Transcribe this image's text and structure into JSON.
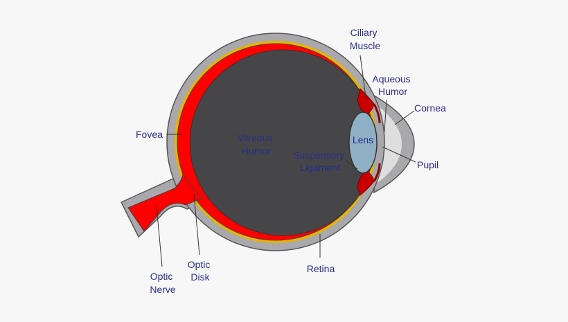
{
  "labels": {
    "ciliary_muscle": [
      "Ciliary",
      "Muscle"
    ],
    "aqueous_humor": [
      "Aqueous",
      "Humor"
    ],
    "cornea": "Cornea",
    "fovea": "Fovea",
    "vitreous_humor": [
      "Vitreous",
      "Humor"
    ],
    "lens": "Lens",
    "suspensory_ligament": [
      "Suspensory",
      "Ligament"
    ],
    "pupil": "Pupil",
    "optic_nerve": [
      "Optic",
      "Nerve"
    ],
    "optic_disk": [
      "Optic",
      "Disk"
    ],
    "retina": "Retina"
  },
  "colors": {
    "background": "#f7f7f7",
    "sclera": "#a9a9ad",
    "sclera_stroke": "#555555",
    "choroid": "#e7b400",
    "retina": "#ff0000",
    "vitreous": "#464649",
    "lens": "#8fb0c4",
    "cornea": "#dedede",
    "ciliary": "#c80000",
    "label_text": "#2c2c8c"
  }
}
